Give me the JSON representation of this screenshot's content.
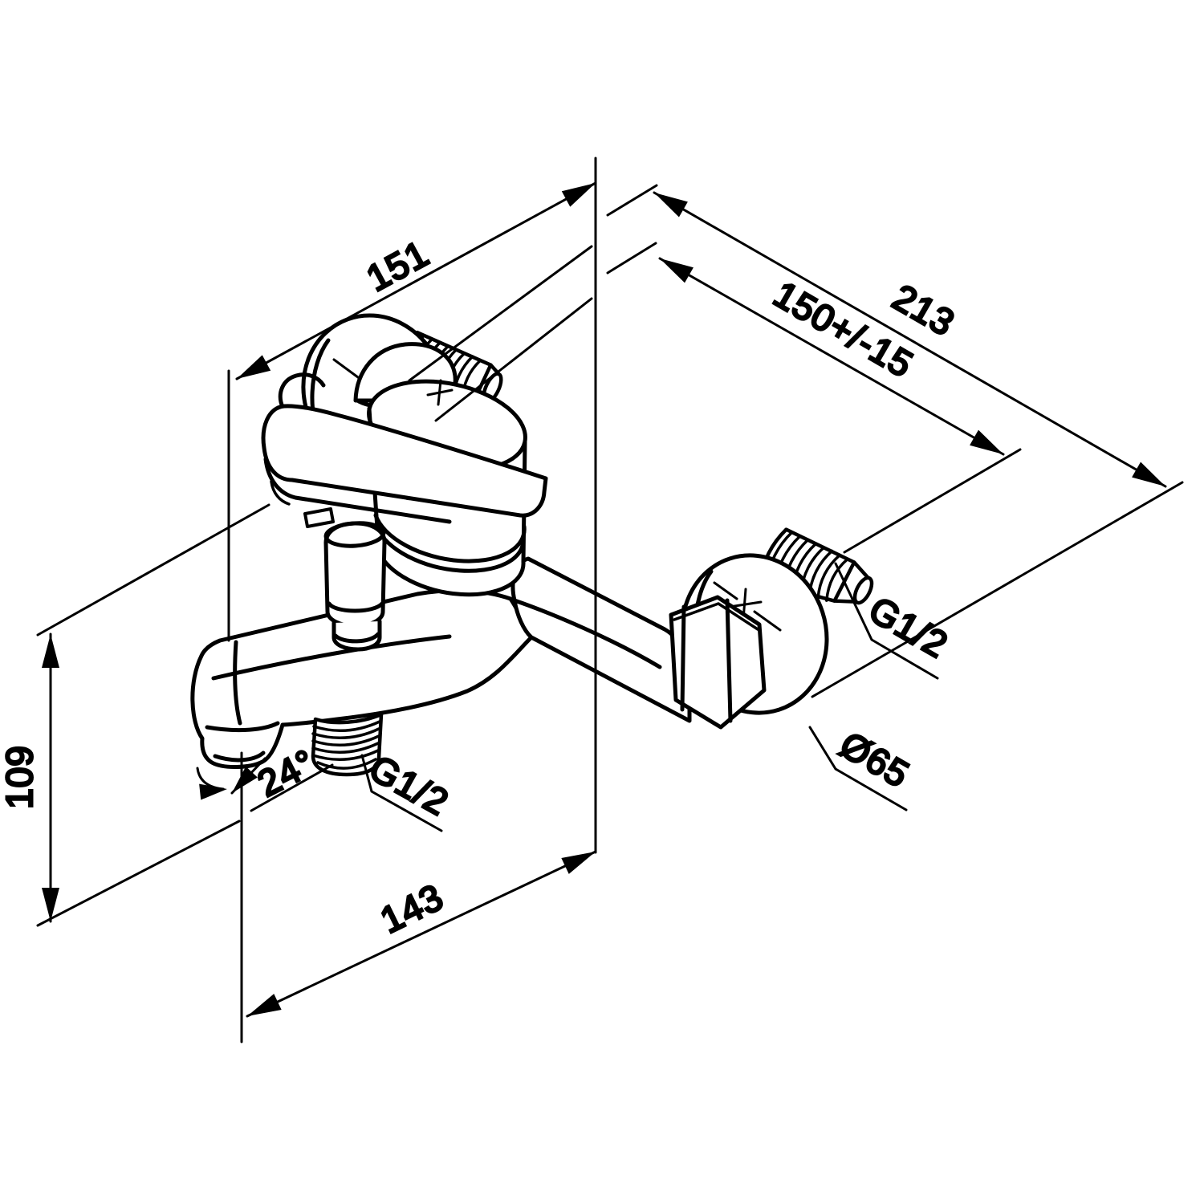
{
  "drawing": {
    "subject": "wall-mounted single-lever bath/shower mixer — isometric installation drawing",
    "background_color": "#ffffff",
    "line_color": "#000000"
  },
  "dimensions": {
    "spout_reach_mm": {
      "label": "151"
    },
    "overall_depth_mm": {
      "label": "213"
    },
    "wall_connection_spacing_mm": {
      "label": "150+/-15"
    },
    "height_mm": {
      "label": "109"
    },
    "spout_length_mm": {
      "label": "143"
    },
    "spout_angle_deg": {
      "label": "24°"
    },
    "spout_outlet_thread": {
      "label": "G1/2"
    },
    "wall_inlet_thread": {
      "label": "G1/2"
    },
    "escutcheon_diameter_mm": {
      "label": "Ø65"
    }
  }
}
